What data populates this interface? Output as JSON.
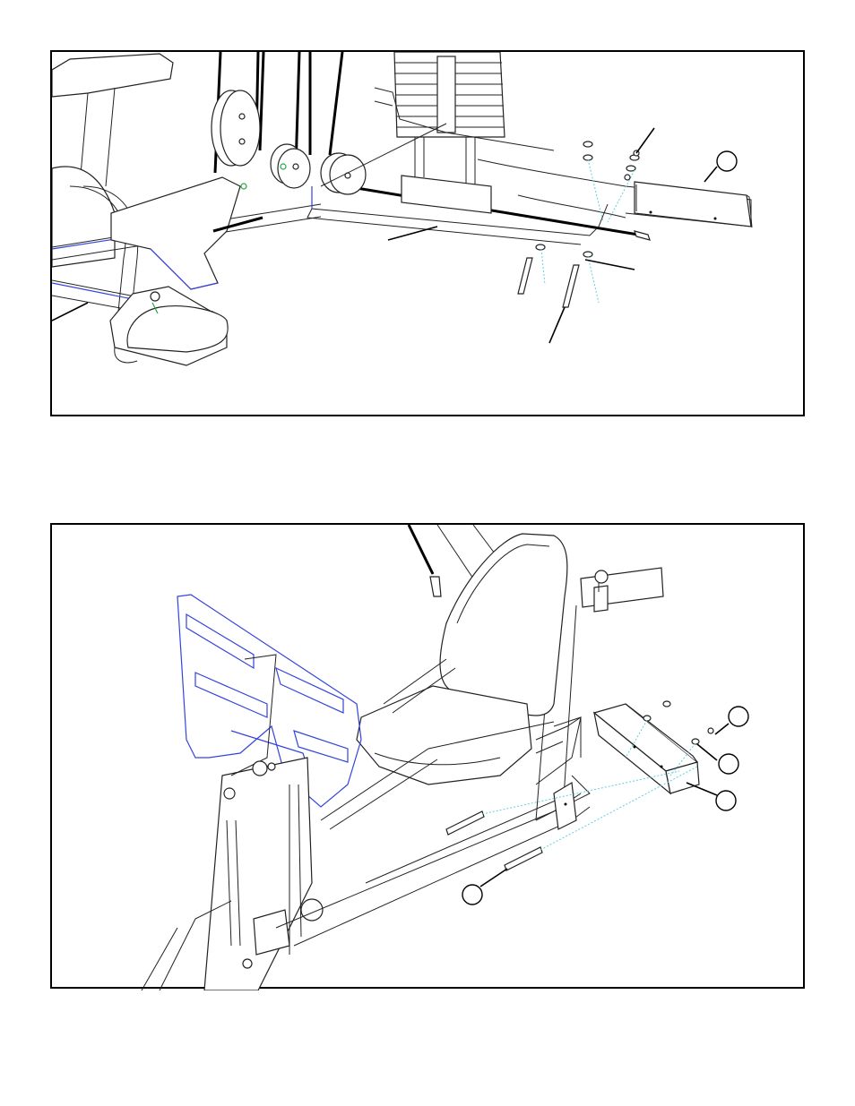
{
  "page": {
    "figures": [
      {
        "name": "figure-top",
        "callouts": 1
      },
      {
        "name": "figure-bottom",
        "callouts": 4
      }
    ]
  },
  "colors": {
    "outline": "#222222",
    "highlight_blue": "#3344dd",
    "highlight_green": "#22aa44",
    "guide_cyan": "#5fd0d8"
  },
  "icons": [
    "callout-circle-icon",
    "bolt-icon",
    "washer-icon",
    "nut-icon",
    "pulley-icon"
  ]
}
